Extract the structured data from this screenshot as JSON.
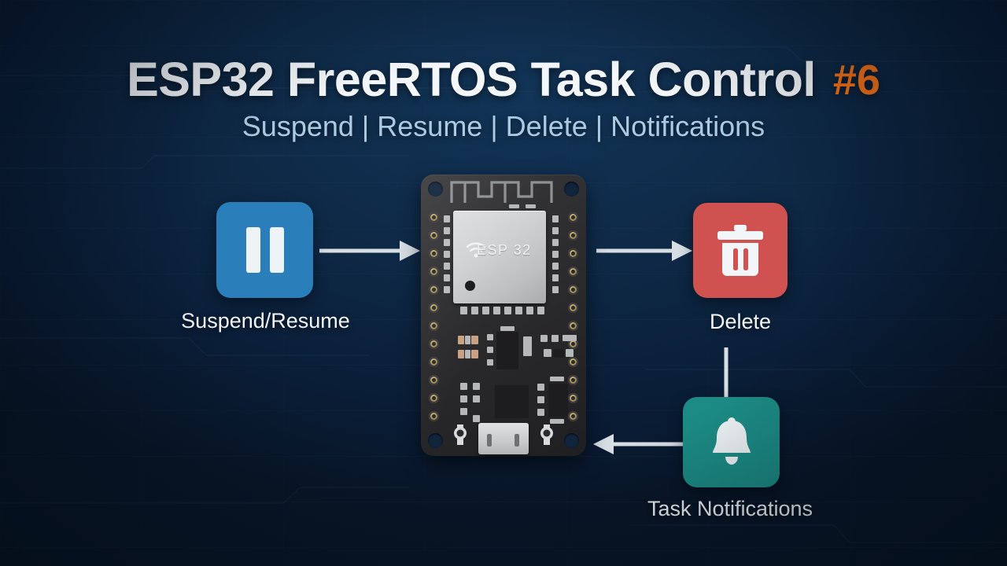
{
  "colors": {
    "background_deep": "#0a1e38",
    "background_mid": "#123457",
    "title_text": "#f4f7fa",
    "badge_orange": "#f97318",
    "subtitle_blue": "#abcbe2",
    "suspend_tile": "#2a7fba",
    "delete_tile": "#cf5150",
    "notify_tile": "#1c8b85",
    "connector_white": "#d7dee4",
    "pcb_dark": "#2e2e30",
    "shield_silver": "#cfd1d2"
  },
  "header": {
    "title": "ESP32 FreeRTOS Task Control",
    "episode_badge": "#6",
    "subtitle": "Suspend | Resume | Delete | Notifications"
  },
  "nodes": [
    {
      "id": "suspend-resume",
      "label": "Suspend/Resume",
      "icon": "pause-icon",
      "color": "#2a7fba"
    },
    {
      "id": "delete",
      "label": "Delete",
      "icon": "trash-icon",
      "color": "#cf5150"
    },
    {
      "id": "task-notifications",
      "label": "Task Notifications",
      "icon": "bell-icon",
      "color": "#1c8b85"
    }
  ],
  "board": {
    "chip_label": "ESP 32",
    "chip_icon": "wifi-icon",
    "connector": "micro-usb-port",
    "pin_count_per_side": 12
  },
  "connectors": [
    {
      "id": "suspend-to-board",
      "direction": "right",
      "arrowhead": true
    },
    {
      "id": "board-to-delete",
      "direction": "right",
      "arrowhead": true
    },
    {
      "id": "delete-to-notifications",
      "direction": "down",
      "arrowhead": false
    },
    {
      "id": "notifications-to-board",
      "direction": "left",
      "arrowhead": true
    }
  ]
}
